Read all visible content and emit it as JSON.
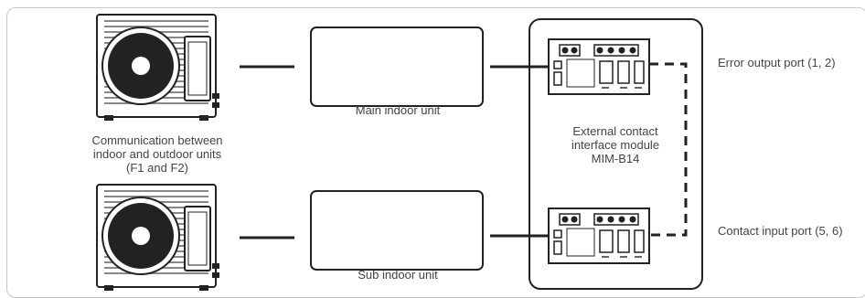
{
  "labels": {
    "communication_line1": "Communication between",
    "communication_line2": "indoor and outdoor units",
    "communication_line3": "(F1 and F2)",
    "main_indoor": "Main indoor unit",
    "sub_indoor": "Sub indoor unit",
    "module_line1": "External contact",
    "module_line2": "interface module",
    "module_line3": "MIM-B14",
    "error_port": "Error output port (1, 2)",
    "contact_port": "Contact input port (5, 6)"
  }
}
